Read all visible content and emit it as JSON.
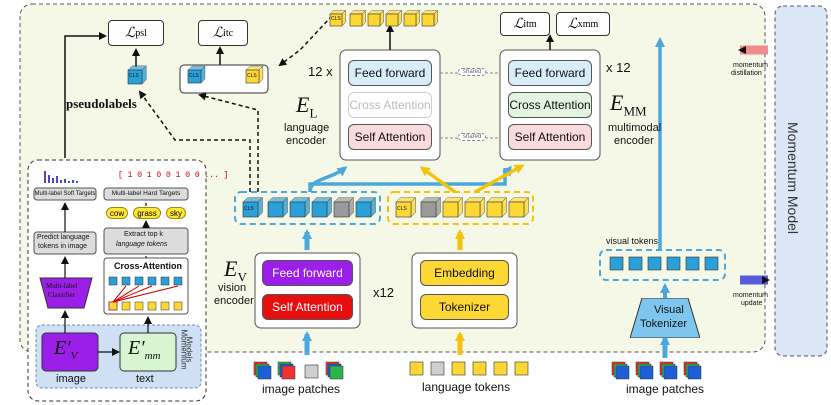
{
  "losses": {
    "psl": "ℒ",
    "psl_sub": "psl",
    "itc": "ℒ",
    "itc_sub": "itc",
    "itm": "ℒ",
    "itm_sub": "itm",
    "xmm": "ℒ",
    "xmm_sub": "xmm"
  },
  "pseudolabels": "pseudolabels",
  "language_encoder": {
    "symbol": "E",
    "symbol_sub": "L",
    "name_line1": "language",
    "name_line2": "encoder",
    "repeat": "12 x",
    "feed_forward": "Feed forward",
    "cross_attention": "Cross Attention",
    "self_attention": "Self Attention"
  },
  "multimodal_encoder": {
    "symbol": "E",
    "symbol_sub": "MM",
    "name_line1": "multimodal",
    "name_line2": "encoder",
    "repeat": "x 12",
    "feed_forward": "Feed forward",
    "cross_attention": "Cross Attention",
    "self_attention": "Self Attention"
  },
  "shared_labels": [
    "shared",
    "shared"
  ],
  "vision_encoder": {
    "symbol": "E",
    "symbol_sub": "V",
    "name_line1": "vision",
    "name_line2": "encoder",
    "repeat": "x12",
    "feed_forward": "Feed forward",
    "self_attention": "Self Attention"
  },
  "text_stack": {
    "embedding": "Embedding",
    "tokenizer": "Tokenizer"
  },
  "visual_tokenizer": {
    "line1": "Visual",
    "line2": "Tokenizer",
    "tokens_label": "visual tokens"
  },
  "bottom_labels": {
    "image_patches_left": "image patches",
    "language_tokens": "language tokens",
    "image_patches_right": "image patches"
  },
  "cls": "CLS",
  "momentum": {
    "model": "Momentum Model",
    "distillation_line1": "momentum",
    "distillation_line2": "distillation",
    "update_line1": "momentum",
    "update_line2": "update"
  },
  "inset": {
    "soft_targets": "Multi-label Soft Targets",
    "hard_targets": "Multi-label Hard Targets",
    "binary_vector": "[ 1 0 1 0 0 1 0 0 ... ]",
    "words": [
      "cow",
      "grass",
      "sky"
    ],
    "predict_line1": "Predict language",
    "predict_line2": "tokens in image",
    "extract_line1": "Extract top k",
    "extract_line2": "language tokens",
    "cross_attention": "Cross-Attention",
    "classifier_line1": "Multi-label",
    "classifier_line2": "Classifier",
    "ev_prime": "E′",
    "ev_prime_sub": "V",
    "emm_prime": "E′",
    "emm_prime_sub": "mm",
    "image": "image",
    "text": "text",
    "momentum_models_line1": "Momentum",
    "momentum_models_line2": "Models"
  },
  "colors": {
    "main_panel": "#f6f8e7",
    "momentum_panel": "#dbe6f6",
    "ff_block": "#d9ecf9",
    "ca_block": "#e3f4e3",
    "sa_block": "#fadadd",
    "vision_ff": "#9b1fe8",
    "vision_sa": "#e80e0e",
    "yellow": "#fdd835",
    "blue_arrow": "#4aa8dc",
    "token_blue": "#2a9fd8"
  }
}
